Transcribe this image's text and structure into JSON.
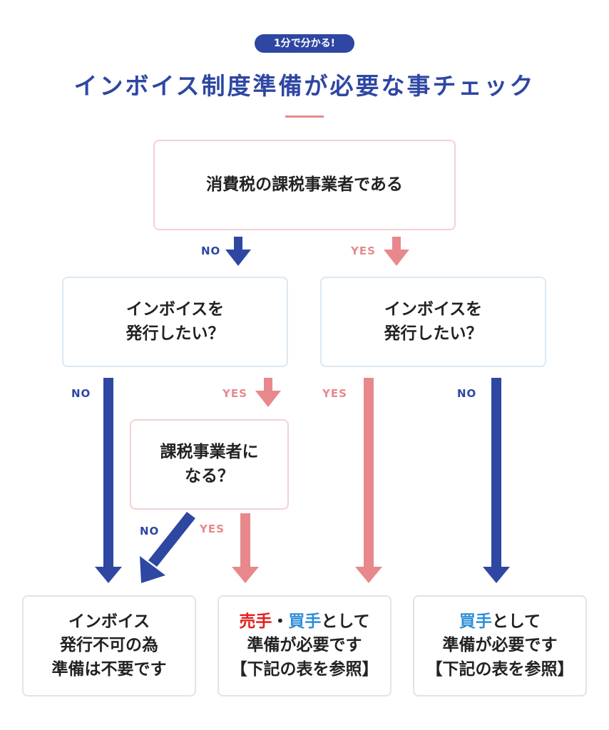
{
  "badge": "1分で分かる!",
  "title": "インボイス制度準備が必要な事チェック",
  "labels": {
    "no": "NO",
    "yes": "YES"
  },
  "q1": {
    "text": "消費税の課税事業者である"
  },
  "q2_left": {
    "line1": "インボイスを",
    "line2": "発行したい？"
  },
  "q2_right": {
    "line1": "インボイスを",
    "line2": "発行したい？"
  },
  "q3": {
    "line1": "課税事業者に",
    "line2": "なる？"
  },
  "result1": {
    "line1": "インボイス",
    "line2": "発行不可の為",
    "line3": "準備は不要です"
  },
  "result2": {
    "seller": "売手",
    "sep": "・",
    "buyer": "買手",
    "line1_rest": "として",
    "line2": "準備が必要です",
    "line3": "【下記の表を参照】"
  },
  "result3": {
    "buyer": "買手",
    "line1_rest": "として",
    "line2": "準備が必要です",
    "line3": "【下記の表を参照】"
  },
  "colors": {
    "no": "#2e47a3",
    "yes": "#e8888c",
    "seller": "#e61e1e",
    "buyer": "#2d8fd8"
  }
}
